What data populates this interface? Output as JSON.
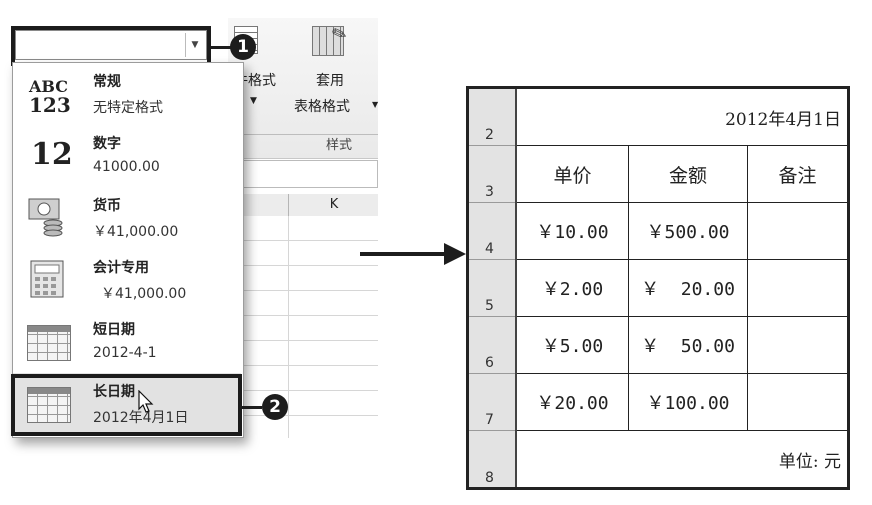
{
  "ribbon": {
    "conditional_format_label": "件格式",
    "table_format_label": "套用",
    "table_format_label2": "表格格式",
    "styles_group_label": "样式",
    "column_k": "K"
  },
  "combo": {
    "value": ""
  },
  "formats": [
    {
      "name": "常规",
      "sample": "无特定格式",
      "icon_text1": "ABC",
      "icon_text2": "123"
    },
    {
      "name": "数字",
      "sample": "41000.00",
      "icon_text": "12"
    },
    {
      "name": "货币",
      "sample": "￥41,000.00"
    },
    {
      "name": "会计专用",
      "sample": "￥41,000.00"
    },
    {
      "name": "短日期",
      "sample": "2012-4-1"
    },
    {
      "name": "长日期",
      "sample": "2012年4月1日"
    }
  ],
  "callouts": {
    "one": "1",
    "two": "2"
  },
  "table": {
    "row_numbers": [
      "2",
      "3",
      "4",
      "5",
      "6",
      "7",
      "8"
    ],
    "date": "2012年4月1日",
    "headers": [
      "单价",
      "金额",
      "备注"
    ],
    "rows": [
      [
        "￥10.00",
        "￥500.00",
        ""
      ],
      [
        "￥2.00",
        "￥  20.00",
        ""
      ],
      [
        "￥5.00",
        "￥  50.00",
        ""
      ],
      [
        "￥20.00",
        "￥100.00",
        ""
      ]
    ],
    "unit": "单位: 元"
  }
}
